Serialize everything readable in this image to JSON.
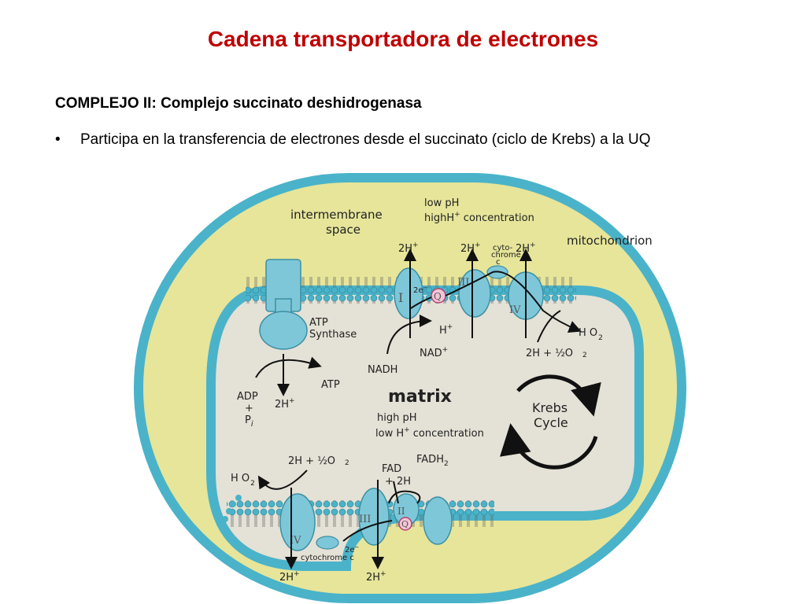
{
  "slide": {
    "title": "Cadena transportadora de electrones",
    "subtitle": "COMPLEJO II: Complejo succinato deshidrogenasa",
    "bullet": "Participa en la transferencia de electrones desde el succinato (ciclo de Krebs) a la UQ"
  },
  "diagram": {
    "colors": {
      "membrane_blue": "#4ab3c9",
      "outer_fill": "#e6e59a",
      "matrix_fill": "#e4e1d6",
      "protein_blue": "#7ec7d9",
      "quinone_pink": "#f2c6d6"
    },
    "labels": {
      "mitochondrion": "mitochondrion",
      "intermembrane_1": "intermembrane",
      "intermembrane_2": "space",
      "low_ph": "low pH",
      "high_h_1": "highH",
      "high_h_sup": "+",
      "high_h_2": " concentration",
      "atp_synthase_1": "ATP",
      "atp_synthase_2": "Synthase",
      "matrix": "matrix",
      "high_ph": "high pH",
      "low_h_1": "low H",
      "low_h_sup": "+",
      "low_h_2": " concentration",
      "krebs_1": "Krebs",
      "krebs_2": "Cycle",
      "adp": "ADP",
      "plus": "+",
      "pi": "P",
      "pi_sub": "i",
      "atp": "ATP",
      "nadh": "NADH",
      "nad": "NAD",
      "nad_sup": "+",
      "h_plus": "H",
      "h_sup": "+",
      "two_h": "2H",
      "two_h_sup": "+",
      "two_e": "2e",
      "two_e_sup": "−",
      "water": "H O",
      "water_sub": "2",
      "o2_reaction": "2H  + ½O",
      "o2_sub": "2",
      "cytochrome_c_top_1": "cyto-",
      "cytochrome_c_top_2": "chrome",
      "cytochrome_c_top_3": "c",
      "cytochrome_c_bottom": "cytochrome c",
      "fad_1": "FAD",
      "fad_2": "+ 2H",
      "fadh2": "FADH",
      "fadh2_sub": "2",
      "q": "Q",
      "complex_I": "I",
      "complex_II": "II",
      "complex_III": "III",
      "complex_IV": "IV"
    }
  }
}
